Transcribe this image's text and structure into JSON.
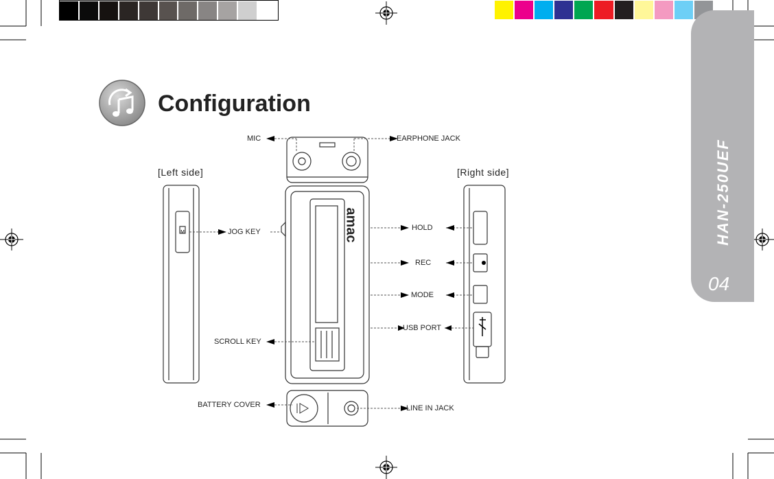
{
  "page": {
    "title": "Configuration",
    "tab_model": "HAN-250UEF",
    "page_number": "04"
  },
  "colors": {
    "gray_bar": [
      "#000000",
      "#0b0b0b",
      "#161210",
      "#2a2523",
      "#3e3836",
      "#58524f",
      "#6e6a67",
      "#888584",
      "#a6a3a2",
      "#cfcfcf",
      "#ffffff"
    ],
    "color_bar": [
      "#fff200",
      "#ec008c",
      "#00aeef",
      "#2e3192",
      "#00a651",
      "#ed1c24",
      "#231f20",
      "#fff799",
      "#f49ac1",
      "#6dcff6",
      "#939598"
    ],
    "tab_bg": "#b3b3b5"
  },
  "diagram": {
    "left_side_label": "[Left side]",
    "right_side_label": "[Right side]",
    "brand": "amac",
    "labels": {
      "mic": "MIC",
      "earphone_jack": "EARPHONE JACK",
      "jog_key": "JOG KEY",
      "hold": "HOLD",
      "rec": "REC",
      "mode": "MODE",
      "usb_port": "USB PORT",
      "scroll_key": "SCROLL KEY",
      "battery_cover": "BATTERY COVER",
      "line_in_jack": "LINE IN JACK"
    }
  }
}
